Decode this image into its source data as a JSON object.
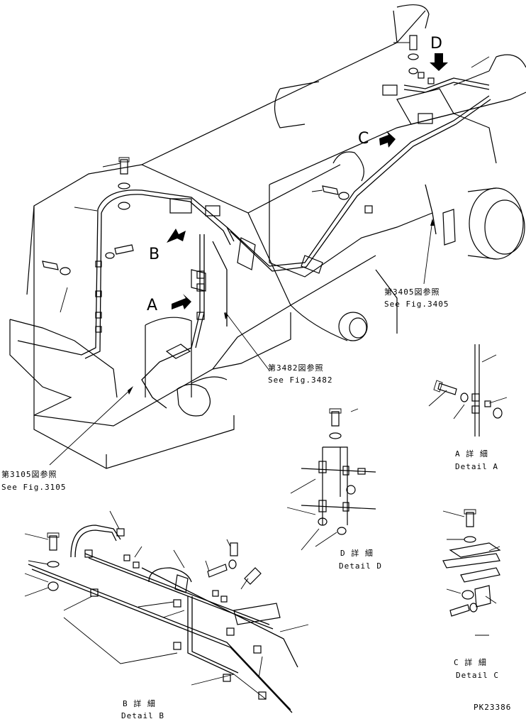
{
  "view_labels": {
    "A": "A",
    "B": "B",
    "C": "C",
    "D": "D"
  },
  "references": {
    "fig3405_jp": "第3405図参照",
    "fig3405_en": "See Fig.3405",
    "fig3482_jp": "第3482図参照",
    "fig3482_en": "See Fig.3482",
    "fig3105_jp": "第3105図参照",
    "fig3105_en": "See Fig.3105"
  },
  "details": {
    "a_jp": "A 詳 細",
    "a_en": "Detail A",
    "b_jp": "B 詳 細",
    "b_en": "Detail B",
    "c_jp": "C 詳 細",
    "c_en": "Detail C",
    "d_jp": "D 詳 細",
    "d_en": "Detail D"
  },
  "part_code": "PK23386",
  "colors": {
    "ink": "#000000",
    "paper": "#ffffff"
  }
}
